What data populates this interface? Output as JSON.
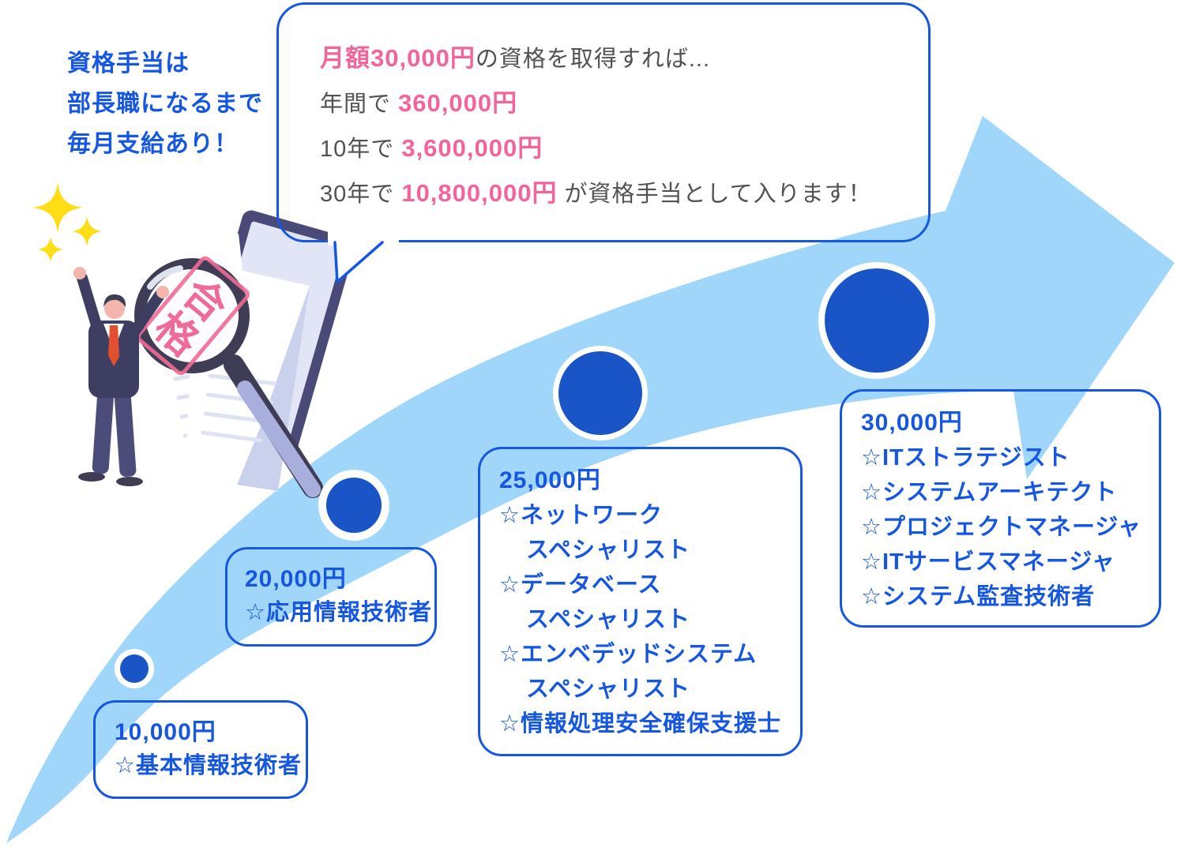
{
  "heading": {
    "line1": "資格手当は",
    "line2": "部長職になるまで",
    "line3": "毎月支給あり！"
  },
  "speech_bubble": {
    "line1_highlight": "月額30,000円",
    "line1_rest": "の資格を取得すれば...",
    "line2_prefix": "年間で ",
    "line2_amount": "360,000円",
    "line3_prefix": "10年で ",
    "line3_amount": "3,600,000円",
    "line4_prefix": "30年で ",
    "line4_amount": "10,800,000円",
    "line4_suffix": " が資格手当として入ります！"
  },
  "stamp": {
    "char1": "合",
    "char2": "格"
  },
  "milestones": [
    {
      "amount": "10,000円",
      "lines": [
        "☆基本情報技術者"
      ]
    },
    {
      "amount": "20,000円",
      "lines": [
        "☆応用情報技術者"
      ]
    },
    {
      "amount": "25,000円",
      "lines": [
        "☆ネットワーク",
        "スペシャリスト",
        "☆データベース",
        "スペシャリスト",
        "☆エンベデッドシステム",
        "スペシャリスト",
        "☆情報処理安全確保支援士"
      ]
    },
    {
      "amount": "30,000円",
      "lines": [
        "☆ITストラテジスト",
        "☆システムアーキテクト",
        "☆プロジェクトマネージャ",
        "☆ITサービスマネージャ",
        "☆システム監査技術者"
      ]
    }
  ],
  "colors": {
    "accent_blue": "#1557e0",
    "circle_blue": "#1a55c8",
    "arrow_light_blue": "#9fd6fa",
    "highlight_pink": "#f2649b",
    "stamp_pink": "#f06a96",
    "gray_text": "#515156",
    "sparkle_yellow": "#ffdd17",
    "illustration_navy": "#3f3d56"
  }
}
